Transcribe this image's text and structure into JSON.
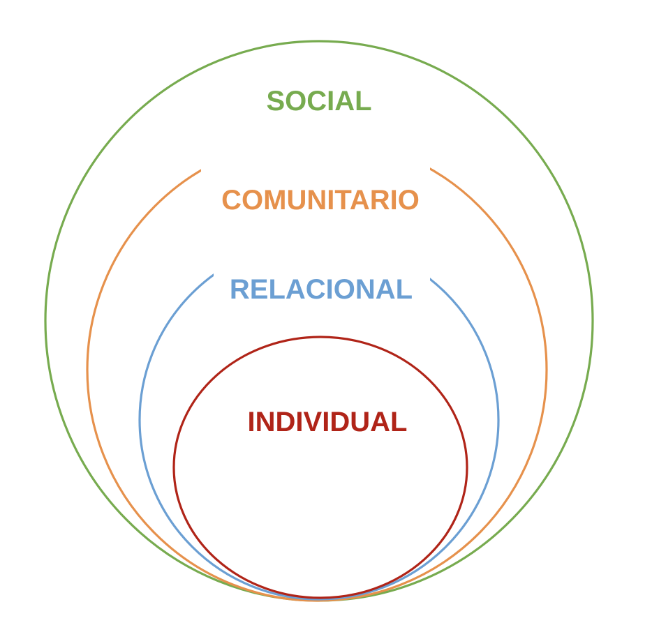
{
  "layers": [
    {
      "id": "social",
      "label": "SOCIAL",
      "color": "#77AB4F"
    },
    {
      "id": "comunitario",
      "label": "COMUNITARIO",
      "color": "#E6914C"
    },
    {
      "id": "relacional",
      "label": "RELACIONAL",
      "color": "#6B9FD3"
    },
    {
      "id": "individual",
      "label": "INDIVIDUAL",
      "color": "#B02418"
    }
  ]
}
